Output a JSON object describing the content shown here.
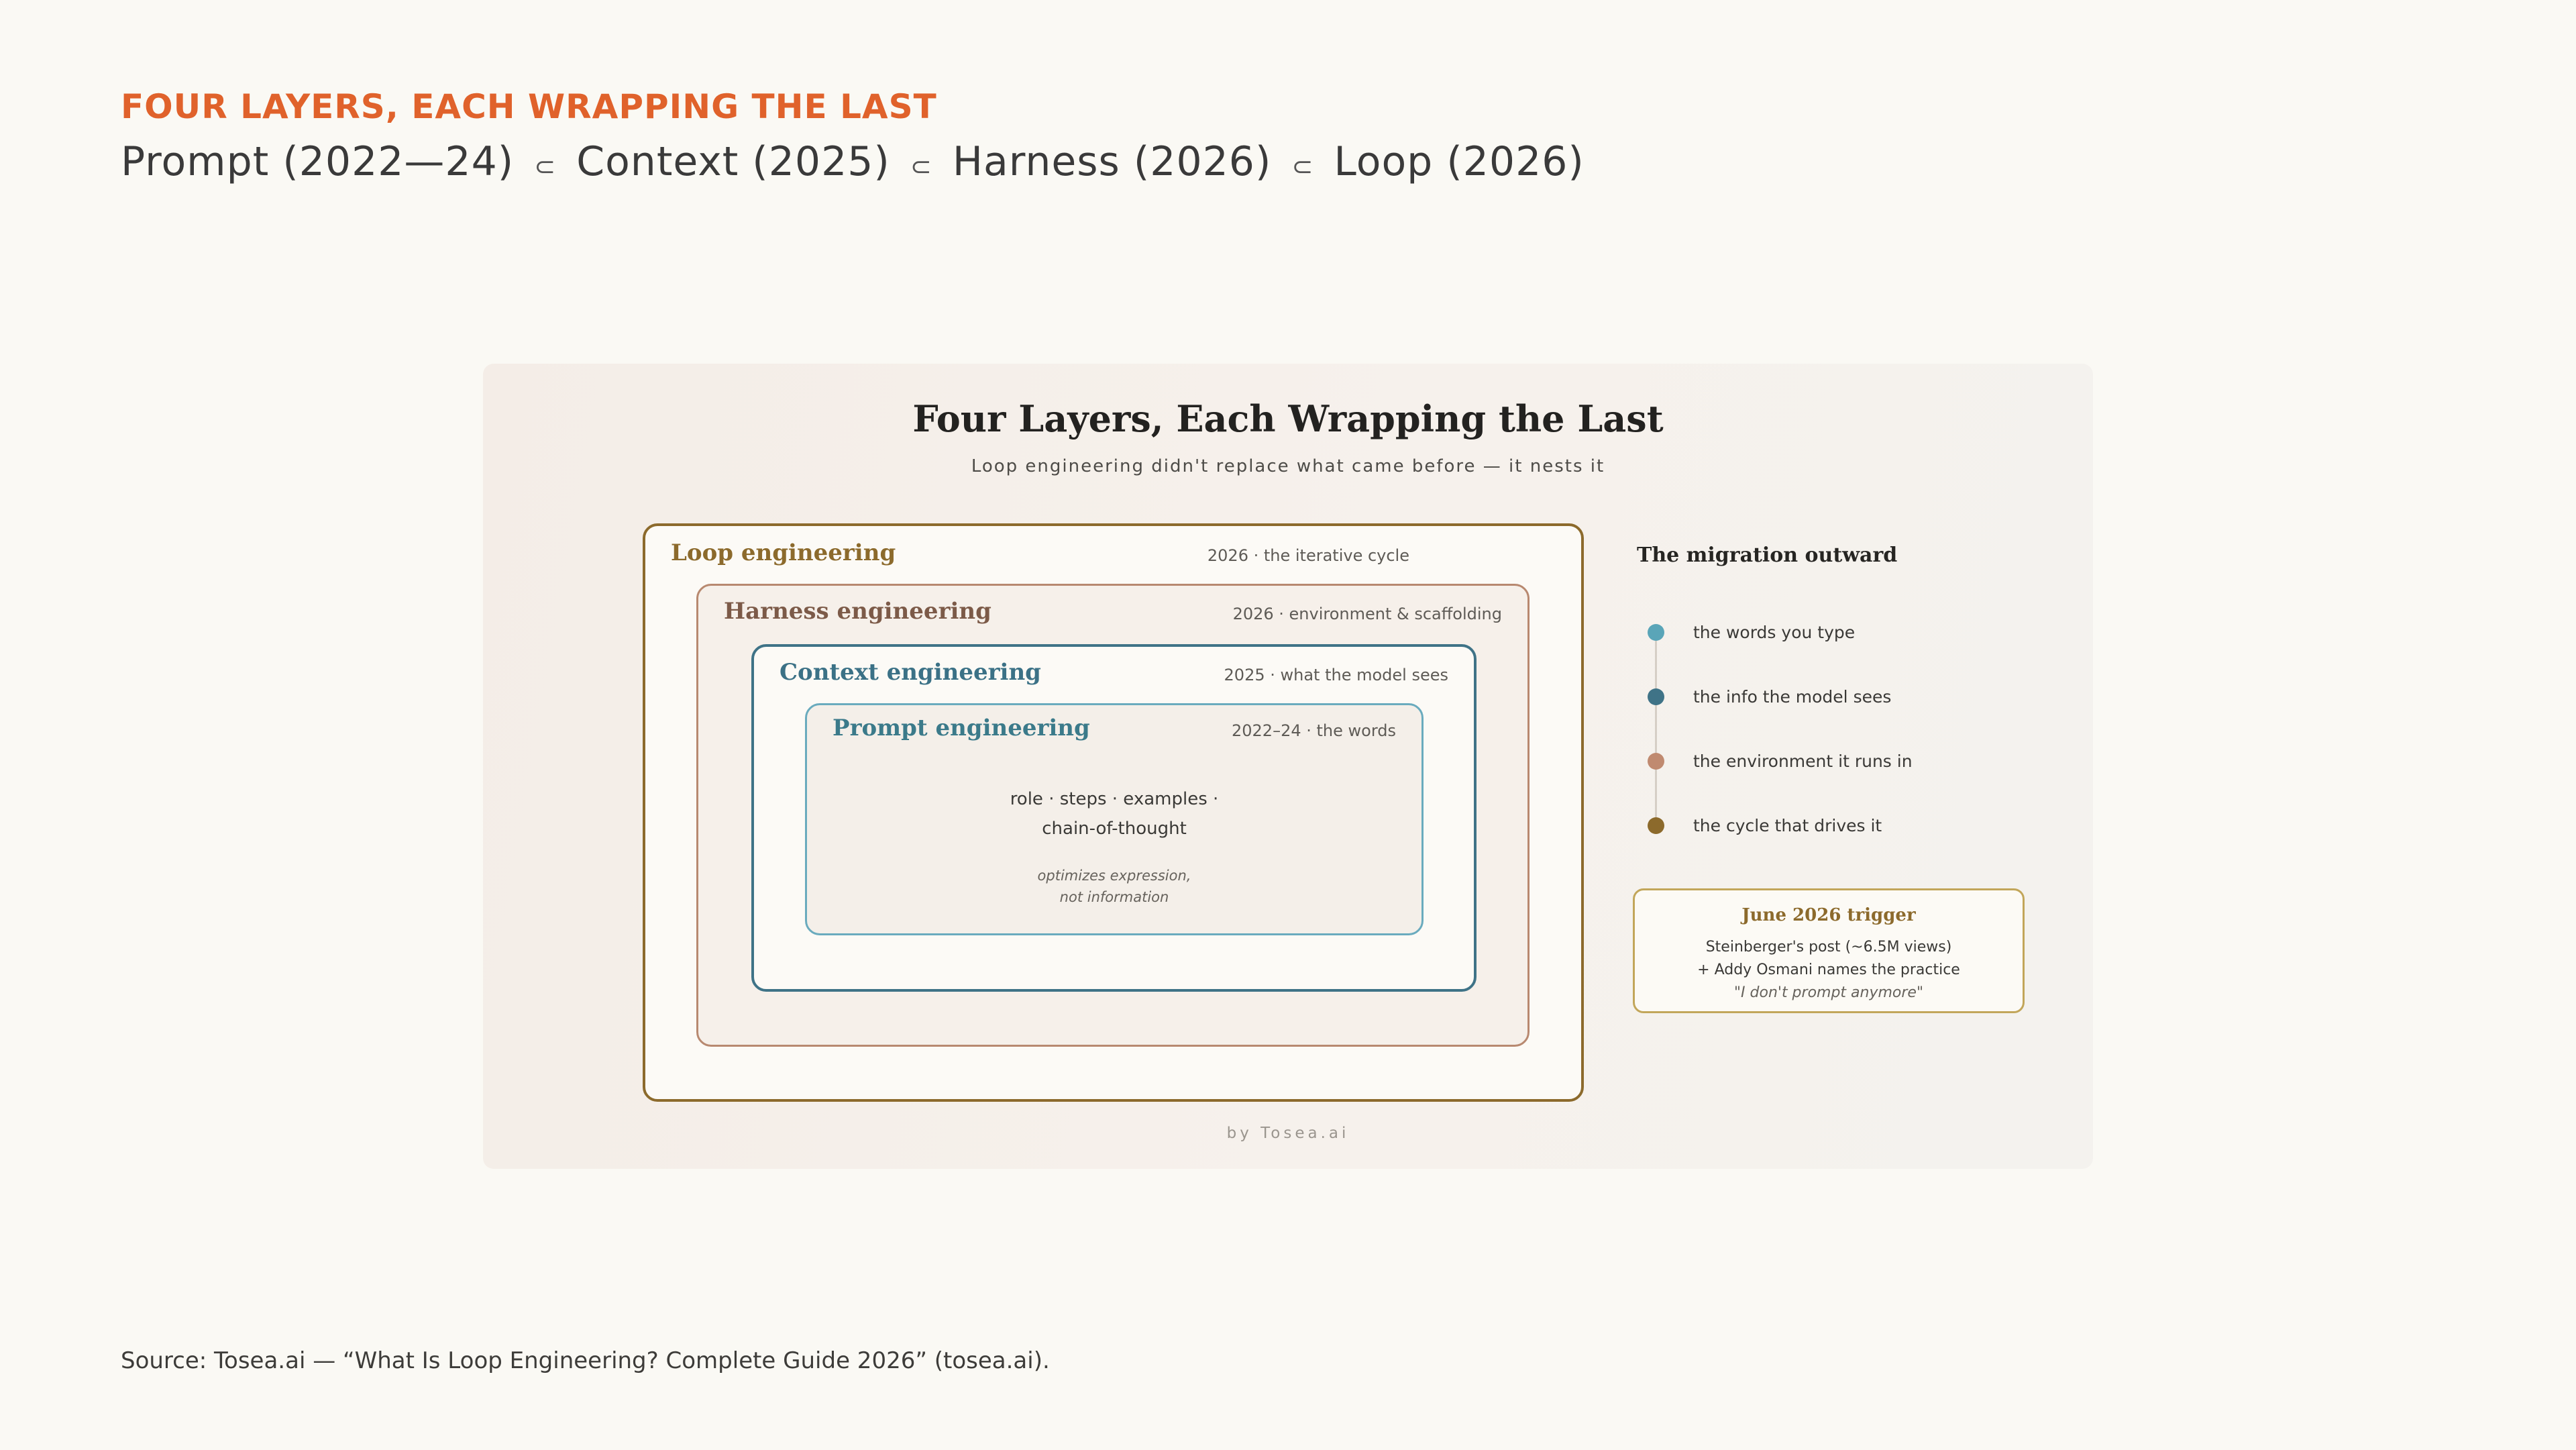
{
  "header": {
    "eyebrow": "FOUR LAYERS, EACH WRAPPING THE LAST",
    "headline": {
      "prompt": "Prompt (2022—24)",
      "context": "Context (2025)",
      "harness": "Harness (2026)",
      "loop": "Loop (2026)",
      "subset_symbol": "⊂"
    }
  },
  "diagram": {
    "title": "Four Layers, Each Wrapping the Last",
    "subtitle": "Loop engineering didn't replace what came before — it nests it",
    "layers": {
      "loop": {
        "name": "Loop engineering",
        "meta": "2026 · the iterative cycle",
        "color": "#8c6a2c"
      },
      "harness": {
        "name": "Harness engineering",
        "meta": "2026 · environment & scaffolding",
        "color": "#b88970"
      },
      "context": {
        "name": "Context engineering",
        "meta": "2025 · what the model sees",
        "color": "#3f7387"
      },
      "prompt": {
        "name": "Prompt engineering",
        "meta": "2022–24 · the words",
        "color": "#6aabbe",
        "body_line1": "role · steps · examples ·",
        "body_line2": "chain-of-thought",
        "note_line1": "optimizes expression,",
        "note_line2": "not information"
      }
    },
    "credit": "by Tosea.ai",
    "migration": {
      "title": "The migration outward",
      "steps": [
        {
          "label": "the words you type",
          "color": "#5aa5b8"
        },
        {
          "label": "the info the model sees",
          "color": "#3f7387"
        },
        {
          "label": "the environment it runs in",
          "color": "#c08a70"
        },
        {
          "label": "the cycle that drives it",
          "color": "#8c6a2c"
        }
      ]
    },
    "trigger": {
      "title": "June 2026 trigger",
      "line1": "Steinberger's post (~6.5M views)",
      "line2": "+ Addy Osmani names the practice",
      "quote": "\"I don't prompt anymore\""
    }
  },
  "footer": {
    "source": "Source: Tosea.ai — “What Is Loop Engineering? Complete Guide 2026” (tosea.ai)."
  }
}
